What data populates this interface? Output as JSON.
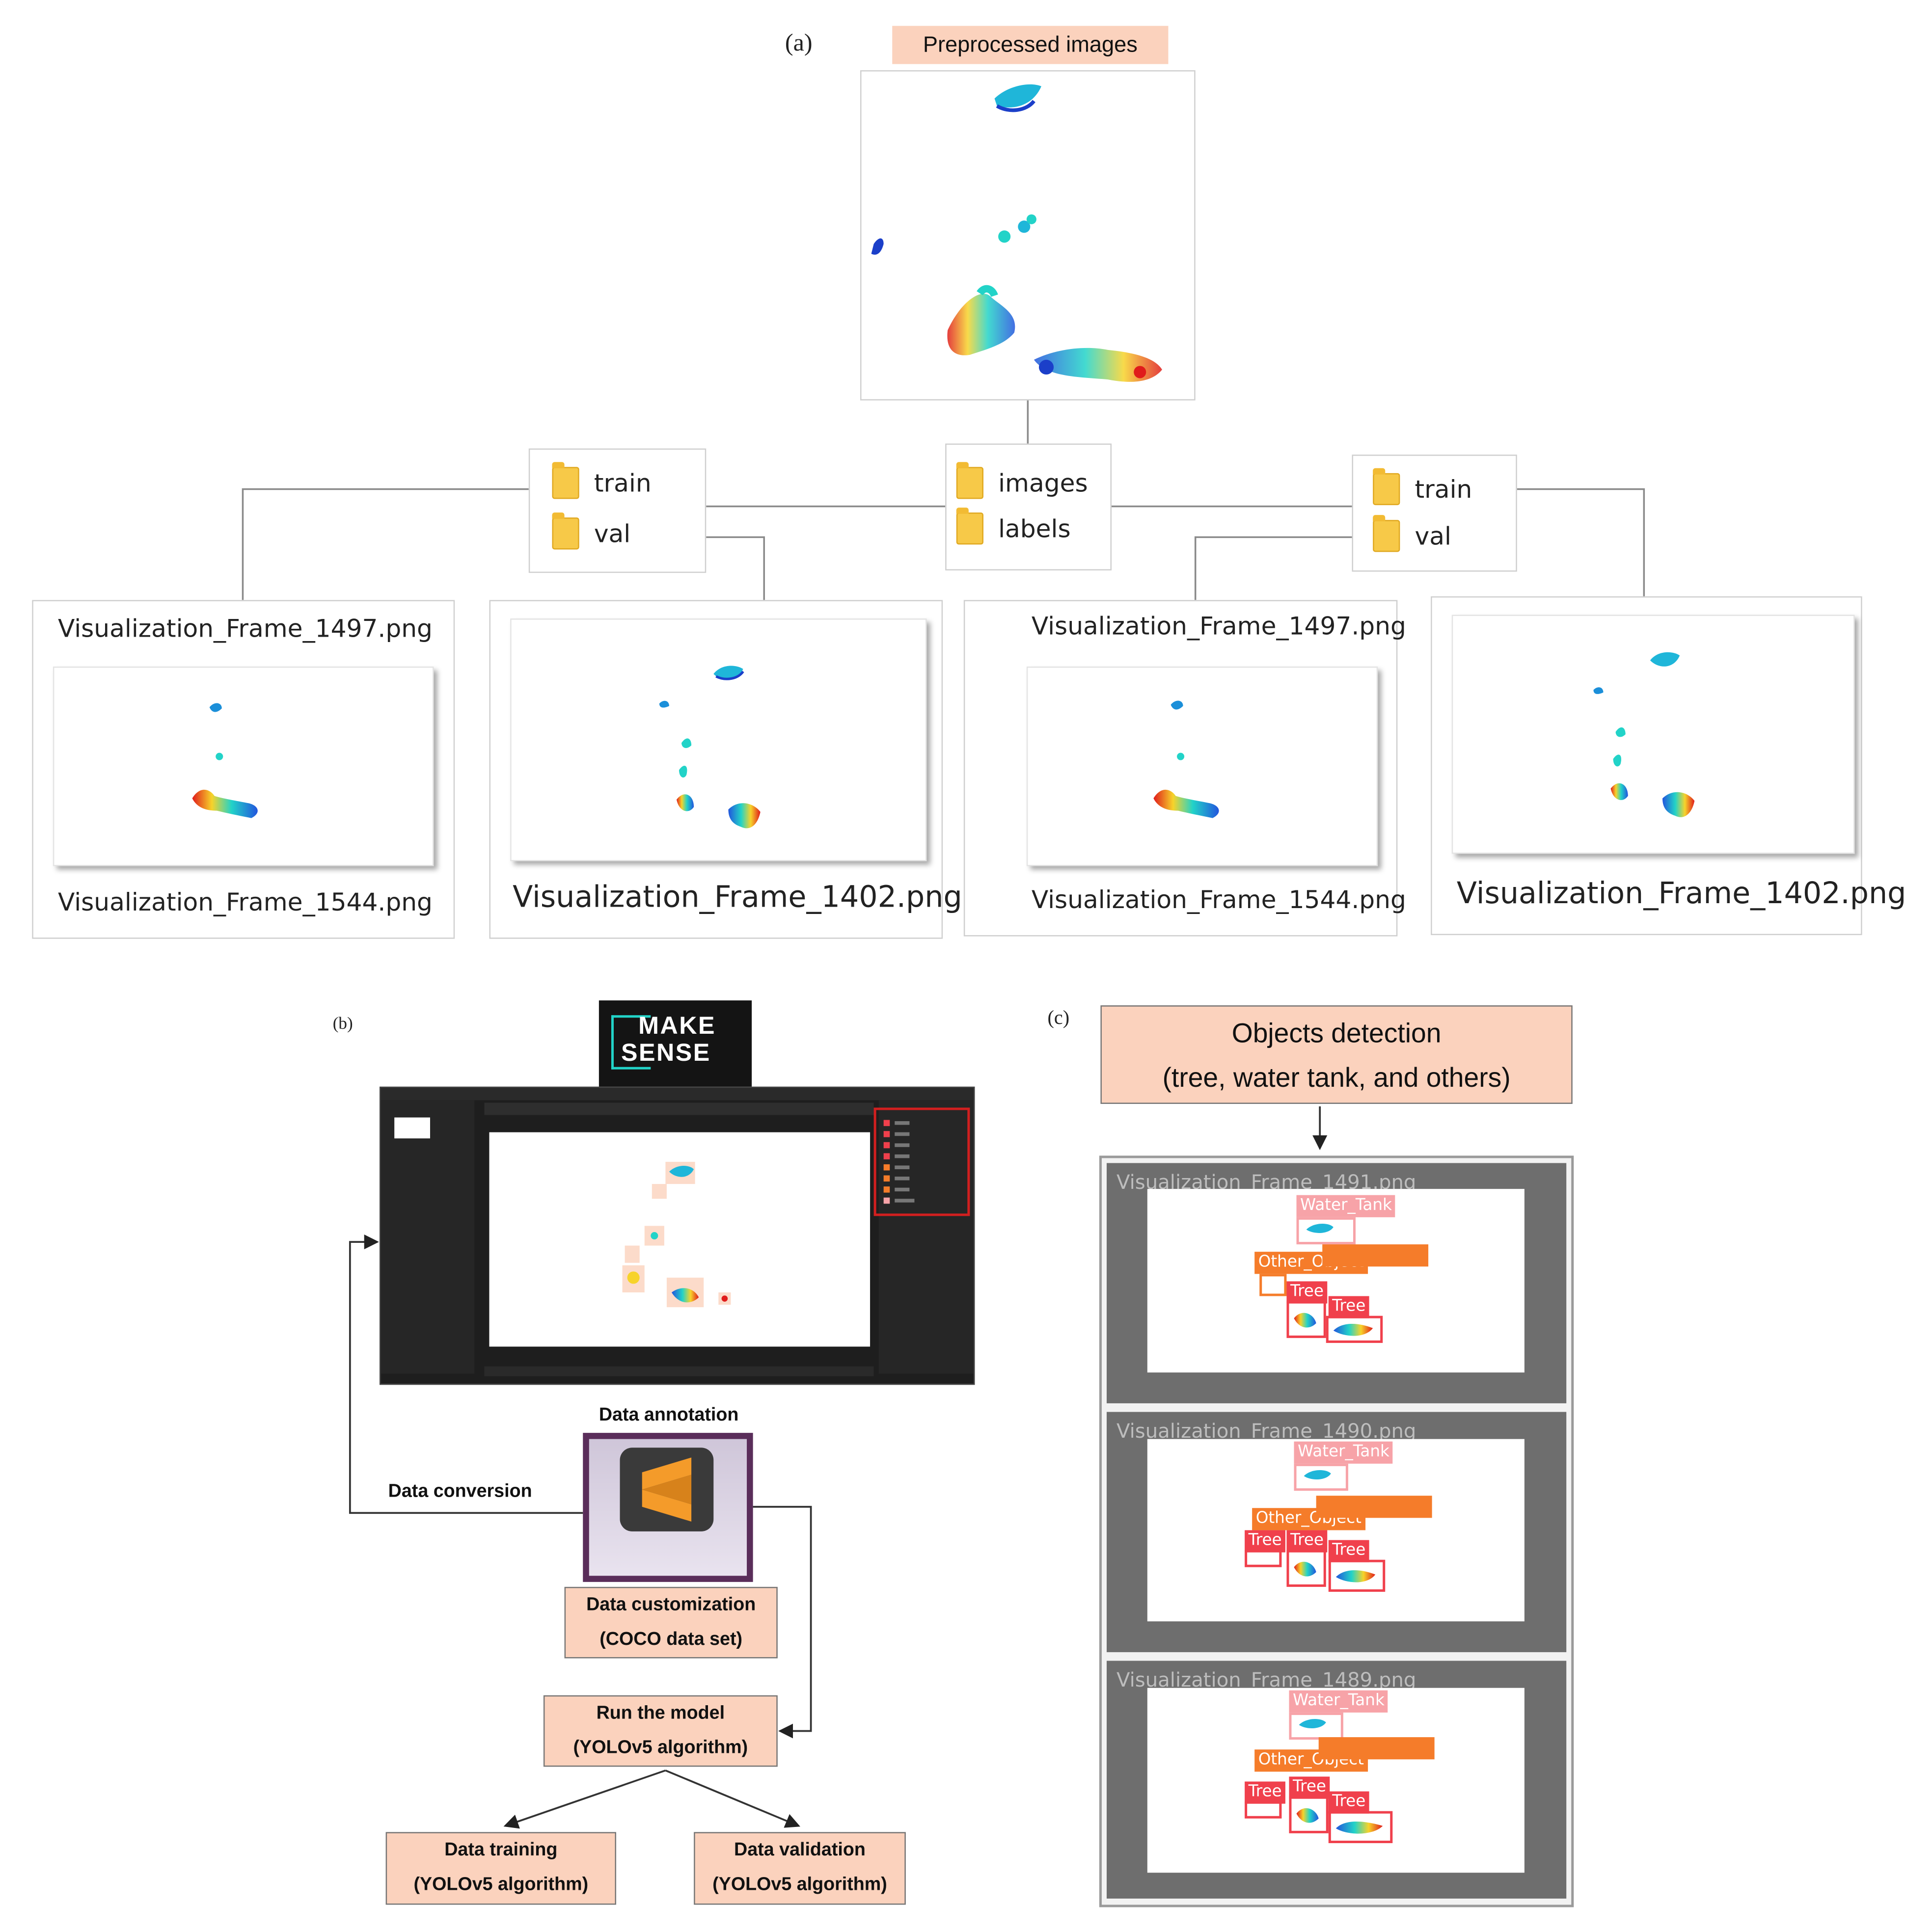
{
  "panel_a": {
    "label": "(a)",
    "title": "Preprocessed images",
    "left_split": {
      "top": "train",
      "bottom": "val"
    },
    "center_folders": {
      "top": "images",
      "bottom": "labels"
    },
    "right_split": {
      "top": "train",
      "bottom": "val"
    },
    "cards": [
      {
        "top_name": "Visualization_Frame_1497.png",
        "bottom_name": "Visualization_Frame_1544.png"
      },
      {
        "bottom_name": "Visualization_Frame_1402.png"
      },
      {
        "top_name": "Visualization_Frame_1497.png",
        "bottom_name": "Visualization_Frame_1544.png"
      },
      {
        "bottom_name": "Visualization_Frame_1402.png"
      }
    ]
  },
  "panel_b": {
    "label": "(b)",
    "logo_line1": "MAKE",
    "logo_line2": "SENSE",
    "annotation_label": "Data annotation",
    "conversion_label": "Data conversion",
    "customization": {
      "line1": "Data customization",
      "line2": "(COCO data set)"
    },
    "run_model": {
      "line1": "Run the model",
      "line2": "(YOLOv5 algorithm)"
    },
    "training": {
      "line1": "Data training",
      "line2": "(YOLOv5 algorithm)"
    },
    "validation": {
      "line1": "Data validation",
      "line2": "(YOLOv5 algorithm)"
    }
  },
  "panel_c": {
    "label": "(c)",
    "title_line1": "Objects detection",
    "title_line2": "(tree, water tank, and others)",
    "frames": [
      {
        "title": "Visualization_Frame_1491.png",
        "tags": [
          "Water_Tank",
          "Other_Object",
          "Tree",
          "Tree"
        ]
      },
      {
        "title": "Visualization_Frame_1490.png",
        "tags": [
          "Water_Tank",
          "Other_Object",
          "Tree",
          "Tree",
          "Tree"
        ]
      },
      {
        "title": "Visualization_Frame_1489.png",
        "tags": [
          "Water_Tank",
          "Other_Object",
          "Tree",
          "Tree",
          "Tree"
        ]
      }
    ]
  },
  "colors": {
    "peach": "#fbd2bd",
    "folder": "#f7c948",
    "tag_red": "#f0404c",
    "tag_orange": "#f57c2a",
    "tag_pink": "#f7a3a8",
    "highlight_red": "#d21f1f",
    "app_dark": "#1e1e1e"
  }
}
